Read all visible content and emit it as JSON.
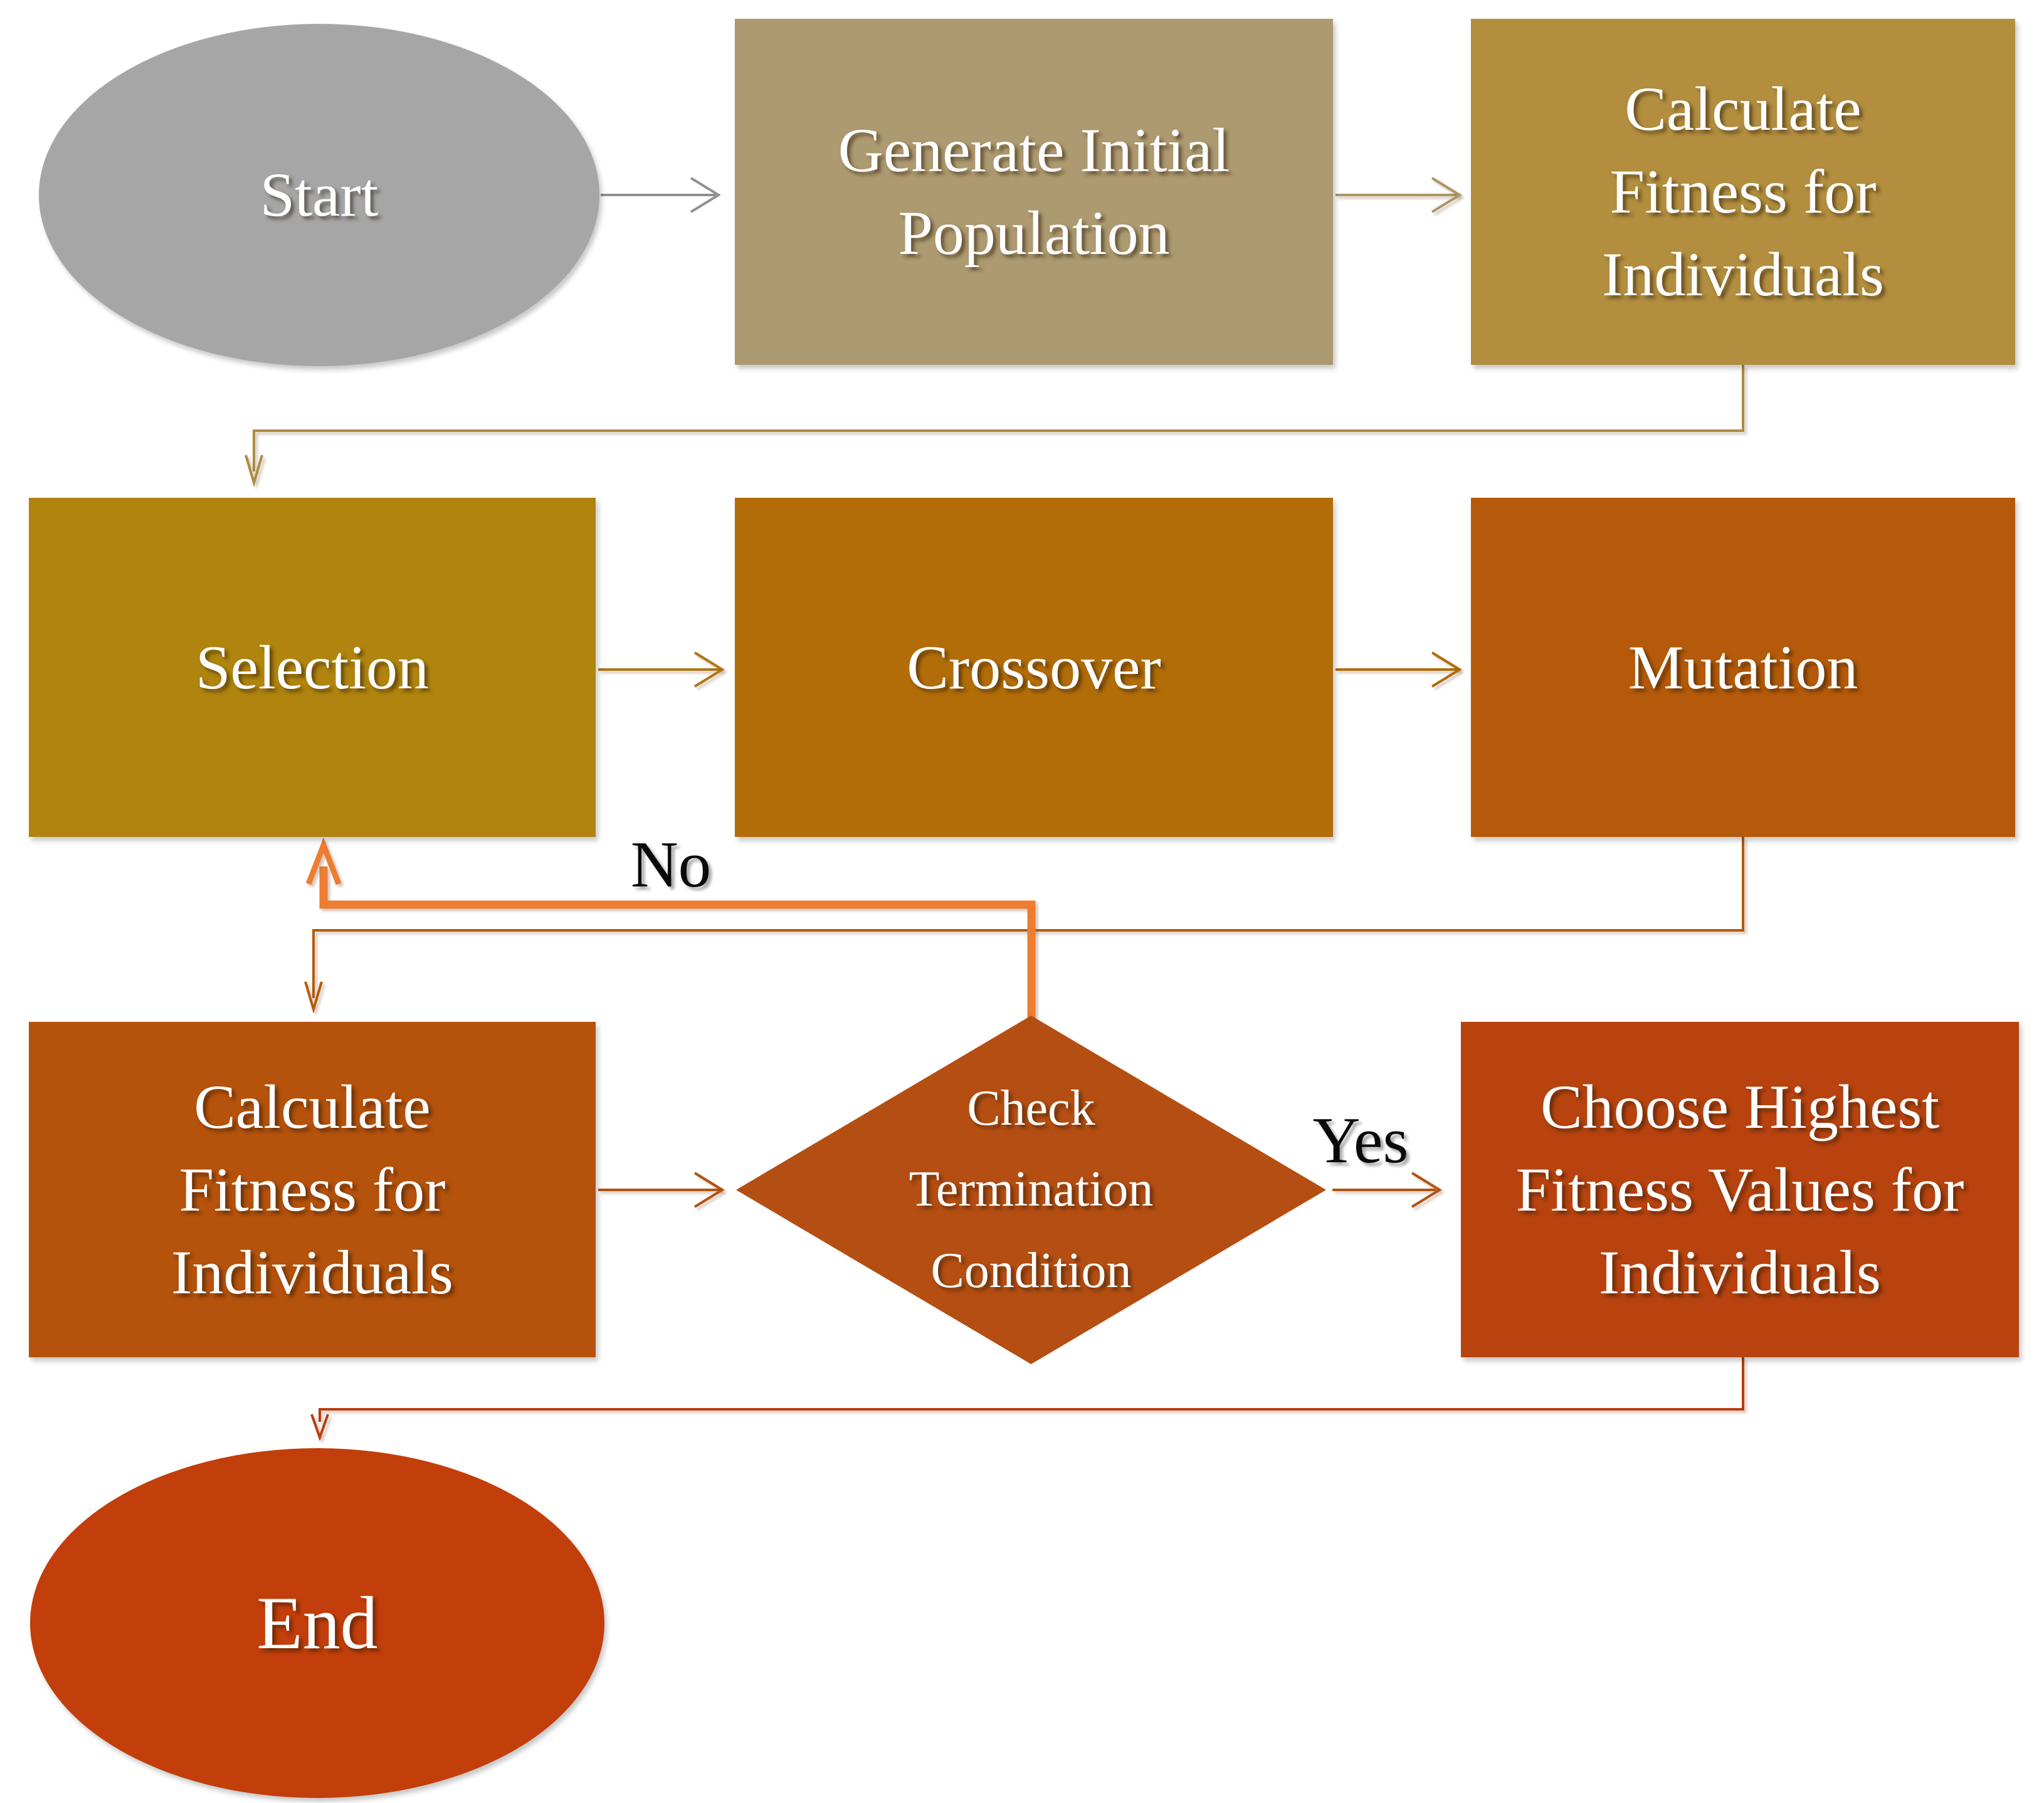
{
  "nodes": {
    "start": {
      "label": "Start",
      "fill": "#A6A6A6"
    },
    "generate_population": {
      "label": "Generate Initial Population",
      "fill": "#AE9A70"
    },
    "calculate_fitness_top": {
      "label": "Calculate Fitness for Individuals",
      "fill": "#B28E3E"
    },
    "selection": {
      "label": "Selection",
      "fill": "#B0840E"
    },
    "crossover": {
      "label": "Crossover",
      "fill": "#B26D09"
    },
    "mutation": {
      "label": "Mutation",
      "fill": "#B45A0A"
    },
    "calculate_fitness_bottom": {
      "label": "Calculate Fitness for Individuals",
      "fill": "#B5520C"
    },
    "check_termination": {
      "label": "Check Termination Condition",
      "fill": "#B54E12"
    },
    "choose_highest": {
      "label": "Choose Highest Fitness Values for Individuals",
      "fill": "#B8430F"
    },
    "end": {
      "label": "End",
      "fill": "#C23E0A"
    }
  },
  "edge_labels": {
    "no": "No",
    "yes": "Yes"
  },
  "edge_colors": {
    "start_to_generate": "#8F9193",
    "generate_to_calculate": "#AC9567",
    "calculate_to_selection": "#AD8C3E",
    "selection_to_crossover": "#B07514",
    "crossover_to_mutation": "#B3690A",
    "mutation_to_calculate": "#B45A0B",
    "no_loop": "#ED7D31",
    "calculate_to_check": "#B5500E",
    "check_to_choose": "#B5500E",
    "choose_to_end": "#B93C0C"
  }
}
